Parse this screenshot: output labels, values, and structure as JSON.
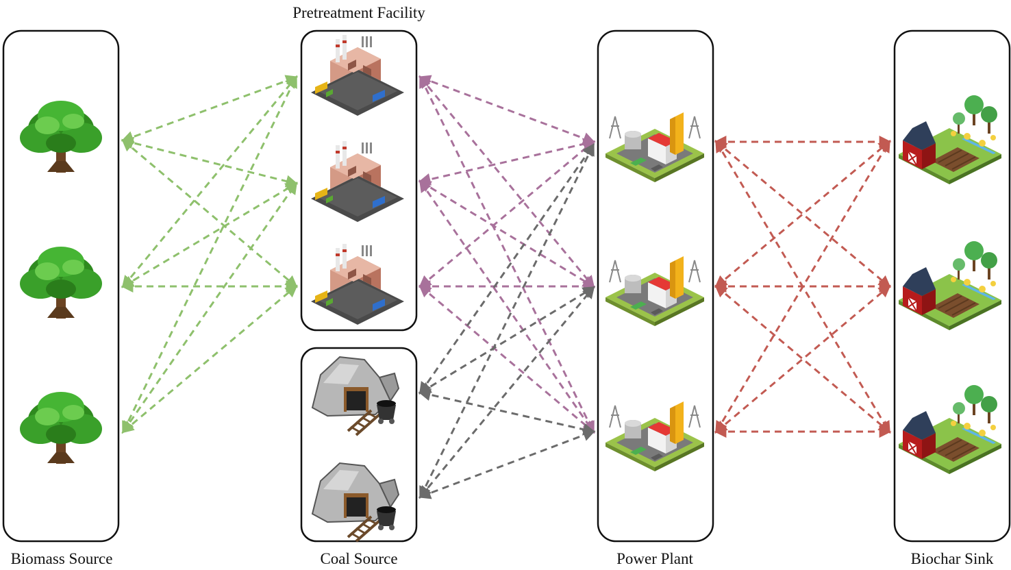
{
  "labels": {
    "biomass": "Biomass Source",
    "pretreatment": "Pretreatment Facility",
    "coal": "Coal Source",
    "power": "Power Plant",
    "biochar": "Biochar Sink"
  },
  "icons": {
    "biomass": "tree-icon",
    "pretreatment": "factory-icon",
    "coal": "coal-mine-icon",
    "power": "power-plant-icon",
    "biochar": "farm-icon"
  },
  "colors": {
    "biomass_to_pretreatment": "#8ec06c",
    "pretreatment_to_power": "#a8719b",
    "coal_to_power": "#6b6b6b",
    "power_to_biochar": "#c25a52",
    "box_stroke": "#111111"
  }
}
